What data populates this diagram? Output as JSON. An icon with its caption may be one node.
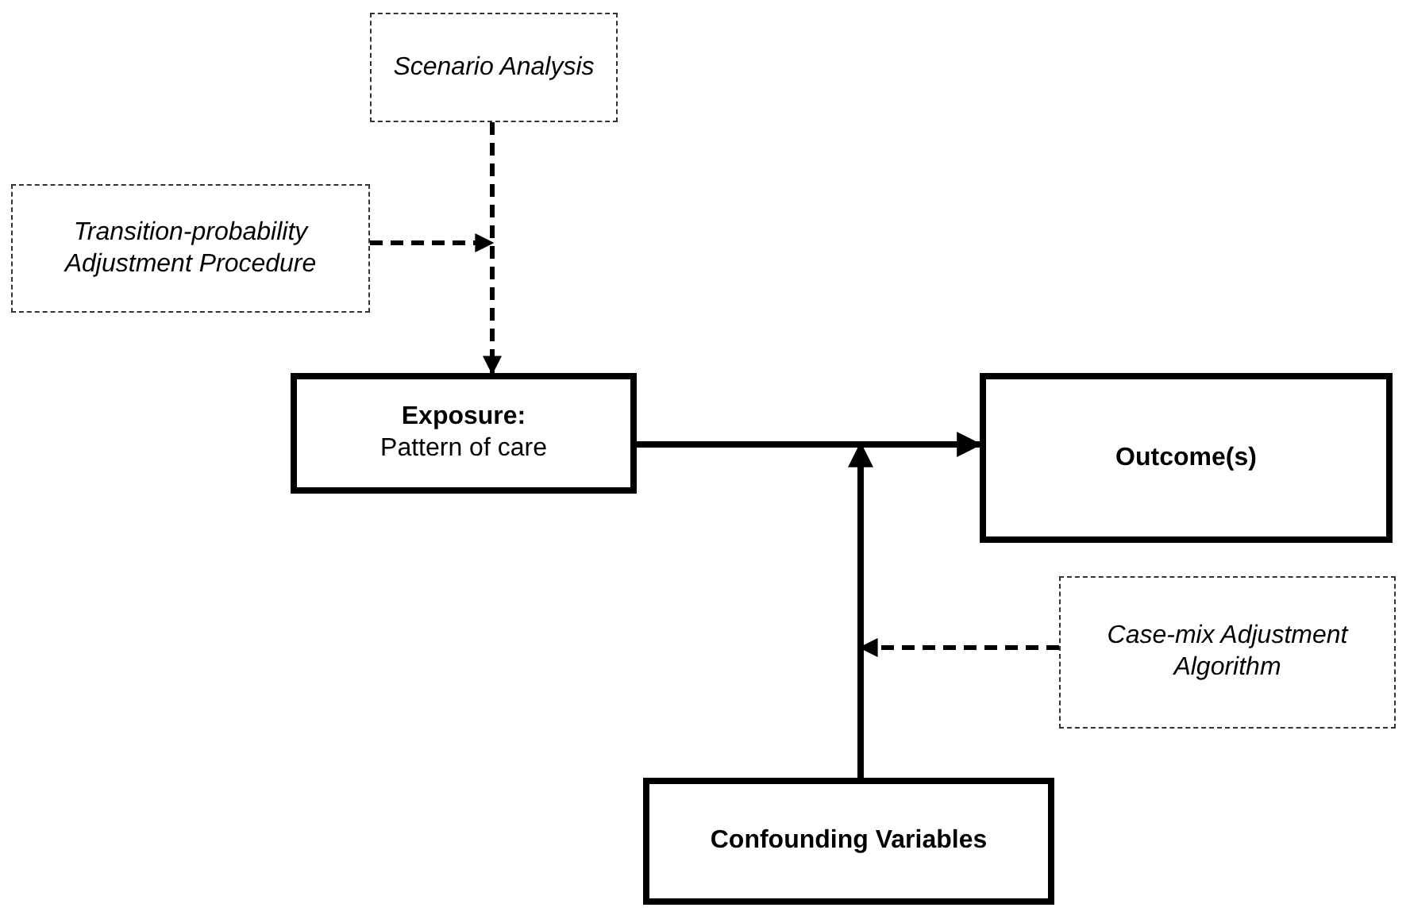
{
  "diagram": {
    "nodes": [
      {
        "text": [
          "Scenario Analysis"
        ]
      },
      {
        "text": [
          "Transition-probability Adjustment Procedure"
        ]
      },
      {
        "text": [
          "Exposure:",
          "Pattern of care"
        ]
      },
      {
        "text": [
          "Outcome(s)"
        ]
      },
      {
        "text": [
          "Case-mix Adjustment Algorithm"
        ]
      },
      {
        "text": [
          "Confounding Variables"
        ]
      }
    ],
    "edges": [
      {
        "from": 0,
        "to": 2,
        "arrow": "to",
        "style": "dashed"
      },
      {
        "from": 1,
        "to": null,
        "arrow": "to",
        "style": "dashed"
      },
      {
        "from": 2,
        "to": 3,
        "arrow": "to"
      },
      {
        "from": 5,
        "to": null,
        "arrow": "to"
      },
      {
        "from": 4,
        "to": null,
        "arrow": "to",
        "style": "dashed"
      }
    ]
  }
}
